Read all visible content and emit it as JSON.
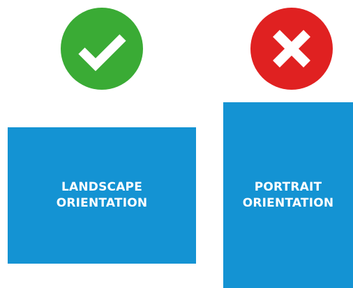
{
  "icons": {
    "good": {
      "name": "checkmark-icon",
      "color": "#3aab35"
    },
    "bad": {
      "name": "x-icon",
      "color": "#e02121"
    }
  },
  "colors": {
    "card": "#1493d3",
    "card_text": "#ffffff"
  },
  "landscape": {
    "line1": "LANDSCAPE",
    "line2": "ORIENTATION"
  },
  "portrait": {
    "line1": "PORTRAIT",
    "line2": "ORIENTATION"
  }
}
